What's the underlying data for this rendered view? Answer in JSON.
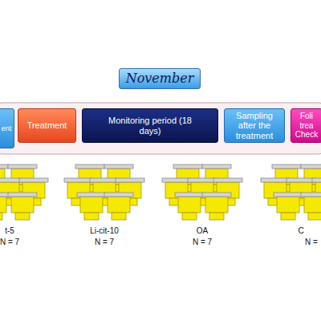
{
  "diagram": {
    "nodes": [
      {
        "text": [
          "November"
        ]
      },
      {
        "text": [
          "ent"
        ]
      },
      {
        "text": [
          "Treatment"
        ]
      },
      {
        "text": [
          "Monitoring period (18 days)"
        ]
      },
      {
        "text": [
          "Sampling after the treatment"
        ]
      },
      {
        "text": [
          "Foli trea Check"
        ]
      }
    ],
    "labels": [
      "t-5",
      "N = 7",
      "Li-cit-10",
      "N = 7",
      "OA",
      "N = 7",
      "C",
      "N ="
    ]
  }
}
